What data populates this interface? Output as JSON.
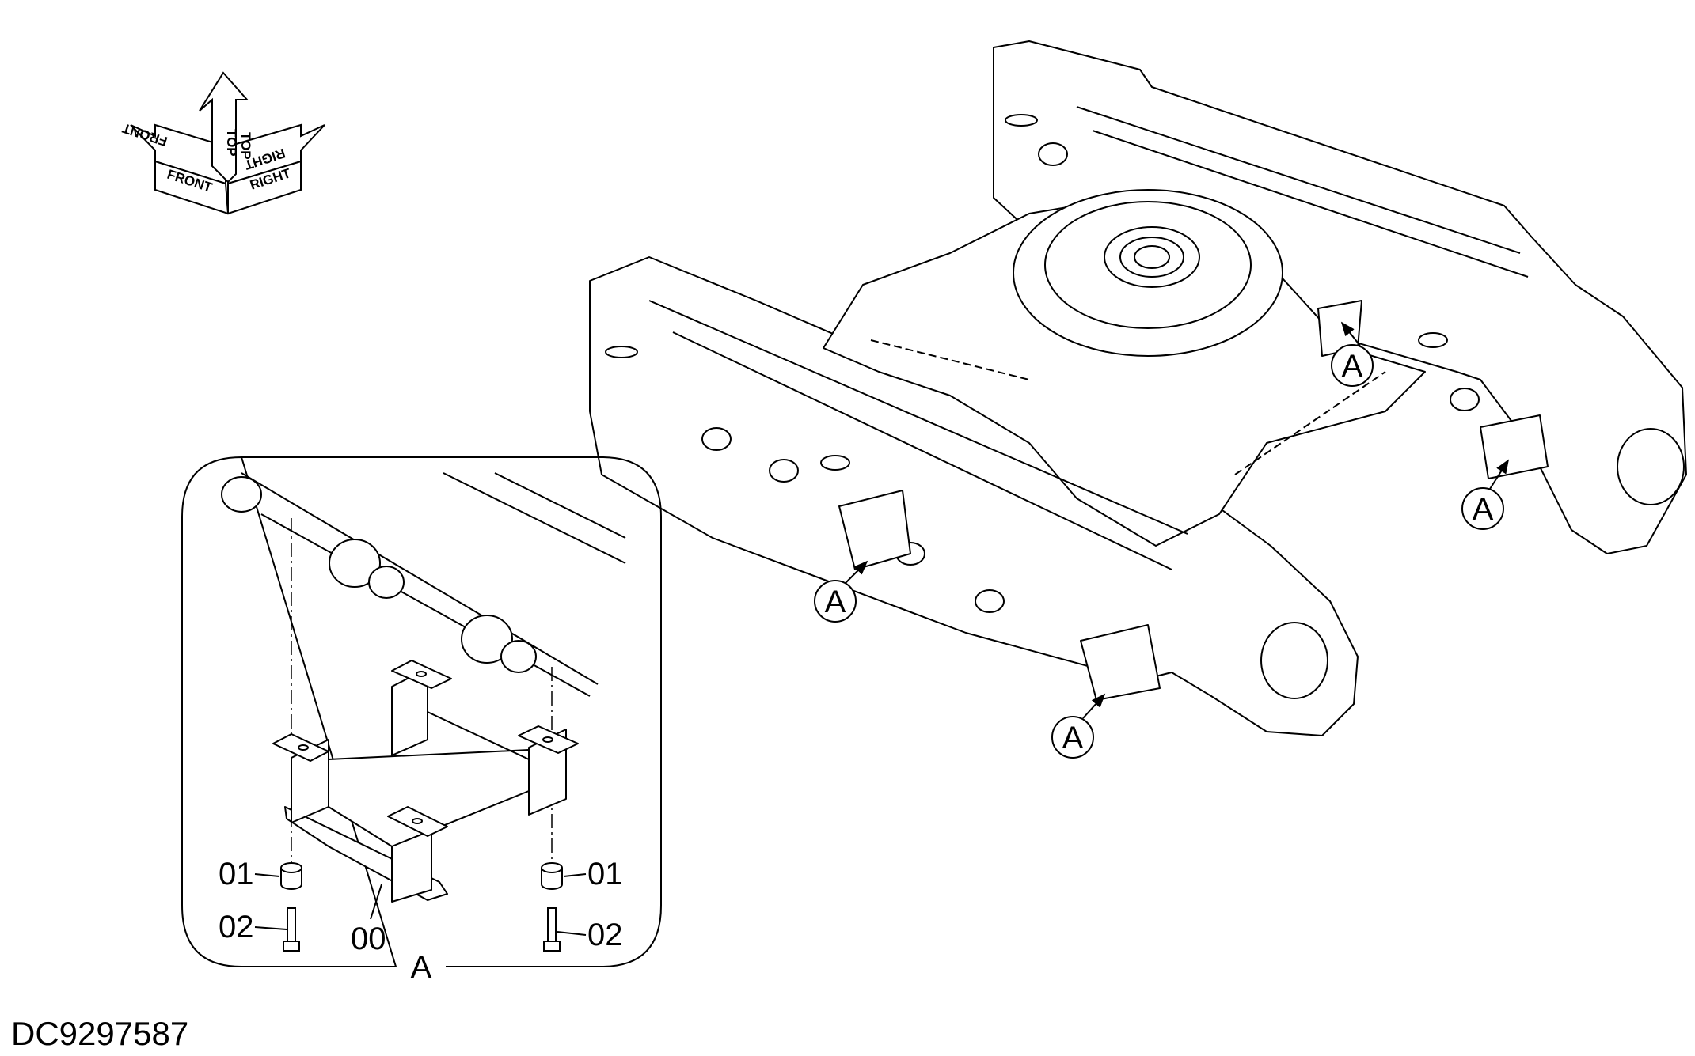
{
  "orientation": {
    "front": "FRONT",
    "top": "TOP",
    "right": "RIGHT"
  },
  "callouts": [
    "A",
    "A",
    "A",
    "A"
  ],
  "detail": {
    "label": "A",
    "parts": [
      {
        "id": "01",
        "left": "01",
        "right": "01"
      },
      {
        "id": "02",
        "left": "02",
        "right": "02"
      },
      {
        "id": "00"
      }
    ]
  },
  "doc_id": "DC9297587"
}
